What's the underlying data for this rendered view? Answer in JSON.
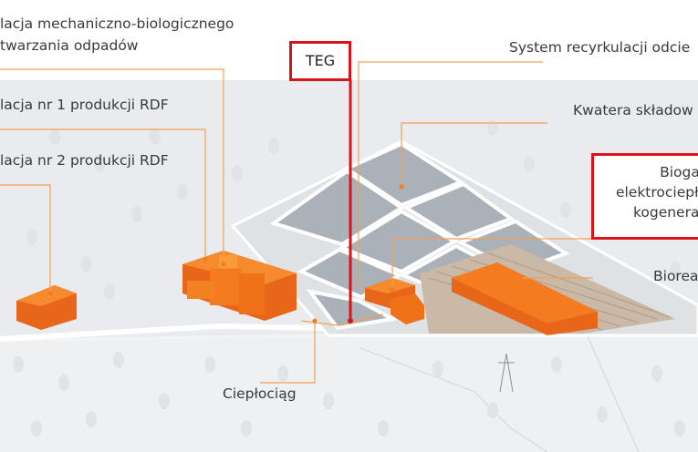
{
  "labels": {
    "mbp_line1": "lacja mechaniczno-biologicznego",
    "mbp_line2": "twarzania odpadów",
    "rdf1": "lacja nr 1 produkcji RDF",
    "rdf2": "lacja nr 2 produkcji RDF",
    "teg": "TEG",
    "recycle": "System recyrkulacji odcie",
    "landfill": "Kwatera składow",
    "biogas_line1": "Biogaz",
    "biogas_line2": "elektrociepło",
    "biogas_line3": "kogenerac",
    "bioreactor": "Biorea",
    "heat_pipe": "Ciepłociąg"
  },
  "colors": {
    "callout_line": "#f2a154",
    "highlight": "#d8141a",
    "building": "#f47b20",
    "ground": "#eef0f2",
    "cell": "#aab1b8"
  }
}
